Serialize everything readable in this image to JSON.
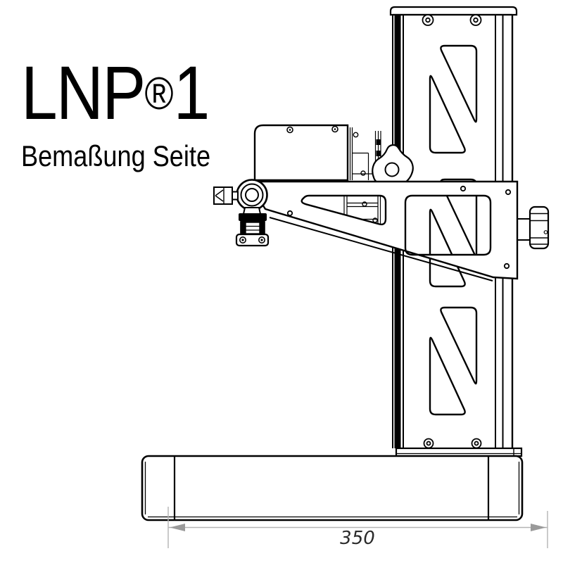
{
  "title": {
    "prefix": "LNP",
    "registered_mark": "®",
    "suffix": "1"
  },
  "subtitle": "Bemaßung Seite",
  "dimension": {
    "value": "350"
  },
  "colors": {
    "line": "#000000",
    "dimension_line": "#b4b4b4",
    "dimension_arrow": "#9a9a9a",
    "dimension_text": "#2b2b2b",
    "background": "#ffffff"
  }
}
